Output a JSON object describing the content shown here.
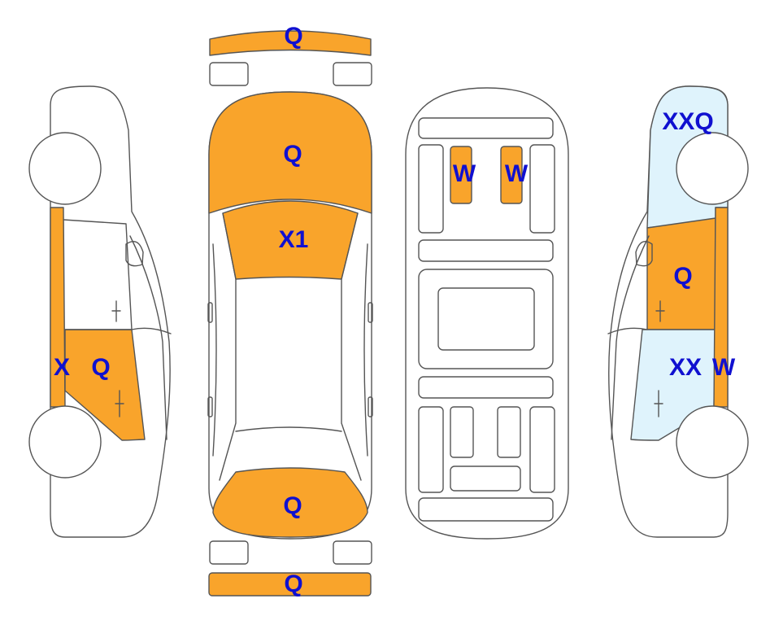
{
  "colors": {
    "damage_fill": "#F9A42B",
    "light_fill": "#DFF3FC",
    "outline": "#555555",
    "label_text": "#1010D0",
    "background": "#FFFFFF"
  },
  "labels": {
    "front_bumper": "Q",
    "hood": "Q",
    "windshield": "X1",
    "trunk_lid": "Q",
    "rear_bumper": "Q",
    "underbody_left": "W",
    "underbody_right": "W",
    "left_side_x": "X",
    "left_rear_door": "Q",
    "right_front_fender": "XXQ",
    "right_front_door": "Q",
    "right_rear_door": "XX",
    "right_rear_pillar": "W"
  }
}
